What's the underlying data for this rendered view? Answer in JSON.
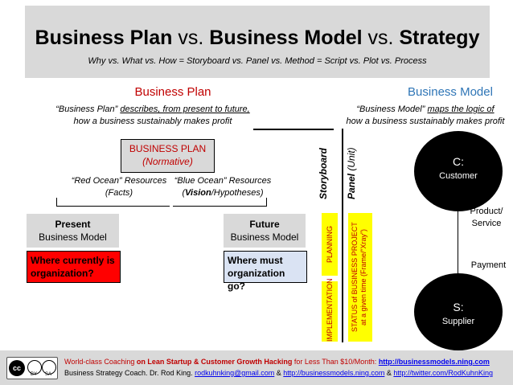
{
  "header": {
    "title_part1": "Business Plan",
    "title_vs1": " vs. ",
    "title_part2": "Business Model",
    "title_vs2": " vs. ",
    "title_part3": "Strategy",
    "subtitle": "Why vs. What vs. How = Storyboard vs. Panel vs. Method = Script vs. Plot vs. Process"
  },
  "business_plan": {
    "heading": "Business Plan",
    "quote_part1": "“Business Plan” ",
    "quote_underlined": "describes, from present to future,",
    "quote_line2": "how a business sustainably makes profit",
    "box_line1": "BUSINESS PLAN",
    "box_line2": "(Normative)",
    "red_ocean_line1": "“Red Ocean” Resources",
    "red_ocean_line2": "(Facts)",
    "blue_ocean_line1": "“Blue Ocean” Resources",
    "blue_ocean_open": "(",
    "blue_ocean_bold": "Vision",
    "blue_ocean_rest": "/Hypotheses)",
    "present_line1": "Present",
    "present_line2": "Business Model",
    "present_question": "Where currently is organization?",
    "future_line1": "Future",
    "future_line2": "Business Model",
    "future_question": "Where must organization go?"
  },
  "business_model": {
    "heading": "Business Model",
    "quote_part1": "“Business Model” ",
    "quote_underlined": "maps the logic of",
    "quote_line2": "how a business sustainably makes profit",
    "customer_letter": "C:",
    "customer_label": "Customer",
    "supplier_letter": "S:",
    "supplier_label": "Supplier",
    "product_service": "Product/ Service",
    "payment": "Payment"
  },
  "center": {
    "storyboard": "Storyboard",
    "panel_bold": "Panel",
    "panel_rest": " (Unit)",
    "planning": "PLANNING",
    "implementation": "IMPLEMENTATION",
    "status_line1": "STATUS of BUSINESS PROJECT",
    "status_line2": "at a given time (Frame/“Xray”)"
  },
  "footer": {
    "cc_label": "cc",
    "by_label": "BY",
    "sa_label": "SA",
    "line1_a": "World-class Coaching ",
    "line1_b": "on Lean Startup & Customer Growth Hacking",
    "line1_c": " for Less Than $10/Month: ",
    "line1_link": "http://businessmodels.ning.com",
    "line2_a": "Business Strategy Coach. Dr. Rod King. ",
    "line2_email": "rodkuhnking@gmail.com",
    "line2_amp1": " & ",
    "line2_link1": "http://businessmodels.ning.com",
    "line2_amp2": " & ",
    "line2_link2": "http://twitter.com/RodKuhnKing"
  },
  "colors": {
    "red_heading": "#c00000",
    "blue_heading": "#2e75b6",
    "yellow_bars": "#ffff00",
    "present_question_bg": "#ff0000",
    "future_question_bg": "#dae3f3",
    "gray_panels": "#d9d9d9"
  }
}
